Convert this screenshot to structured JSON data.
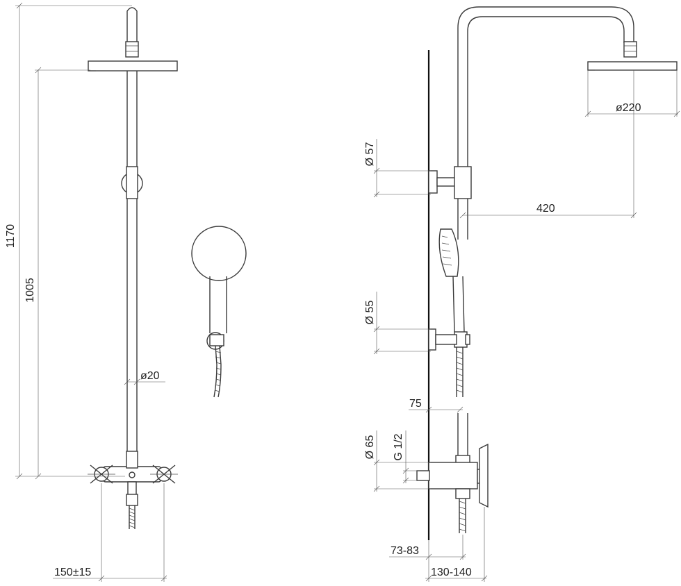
{
  "dimensions": {
    "total_height": "1170",
    "height_to_head": "1005",
    "rod_diameter": "ø20",
    "mixer_spacing": "150±15",
    "head_diameter": "ø220",
    "arm_reach": "420",
    "bracket_upper_diameter": "Ø 57",
    "bracket_lower_diameter": "Ø 55",
    "gap": "75",
    "mixer_diameter": "Ø 65",
    "thread": "G 1/2",
    "offset_range": "73-83",
    "projection_range": "130-140"
  }
}
